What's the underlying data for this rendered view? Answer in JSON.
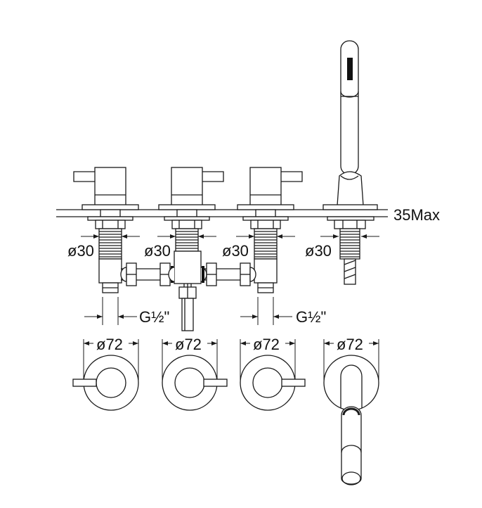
{
  "labels": {
    "deck_thickness": "35Max",
    "thread_diameter": "ø30",
    "connection_thread": "G½\"",
    "rosette_diameter": "ø72"
  },
  "colors": {
    "line": "#1a1a1a",
    "background": "#ffffff"
  }
}
